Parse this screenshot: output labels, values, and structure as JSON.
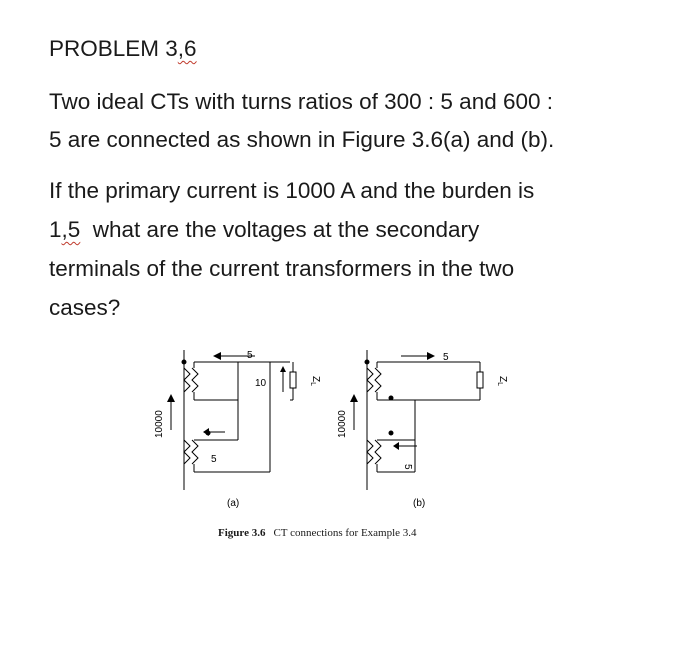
{
  "problem": {
    "title_prefix": "PROBLEM 3",
    "title_suffix": ",6"
  },
  "text": {
    "line1": "Two ideal CTs with turns ratios of 300 : 5 and 600 :",
    "line2": "5 are connected as shown in Figure 3.6(a) and (b).",
    "line3": "If the primary current is 1000 A and the burden is",
    "line4_prefix": "1",
    "line4_squig": ",5",
    "line4_rest": "  what are the voltages at the secondary",
    "line5": "terminals of the current transformers in the two",
    "line6": "cases?"
  },
  "figure": {
    "a": {
      "primary_current": "10000",
      "upper_current": "5",
      "burden_current": "10",
      "lower_current": "5",
      "burden_label": "Z",
      "burden_sub": "L",
      "label": "(a)"
    },
    "b": {
      "primary_current": "10000",
      "upper_current": "5",
      "lower_current": "5",
      "burden_label": "Z",
      "burden_sub": "L",
      "label": "(b)"
    },
    "caption_number": "Figure 3.6",
    "caption_text": "CT connections for Example 3.4"
  }
}
